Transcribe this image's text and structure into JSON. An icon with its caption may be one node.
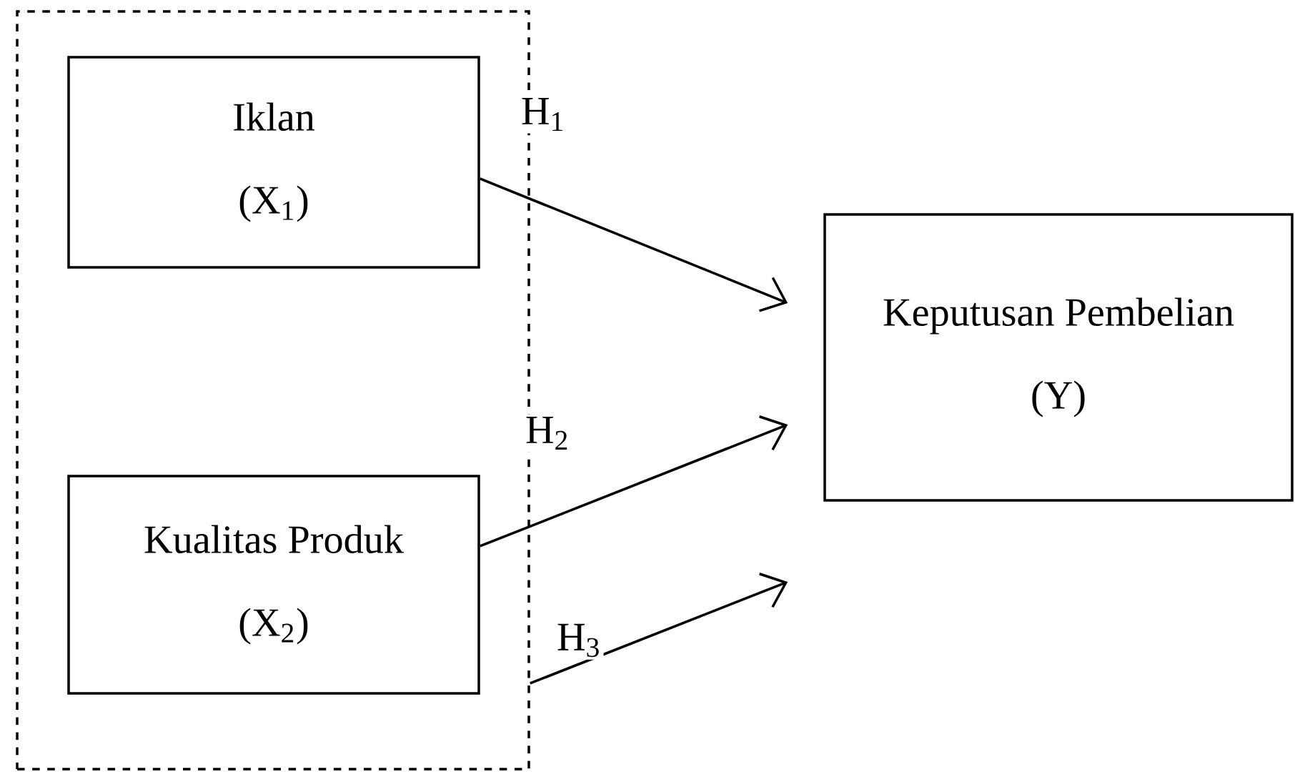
{
  "diagram": {
    "nodes": [
      {
        "text": [],
        "shape": "box"
      },
      {
        "text": [
          "Iklan",
          "(X$_{1}$)"
        ],
        "in": 0
      },
      {
        "text": [
          "Kualitas Produk",
          "(X$_{2}$)"
        ],
        "in": 0
      },
      {
        "text": [
          "Keputusan Pembelian",
          "(Y)"
        ]
      }
    ],
    "edges": [
      {
        "from": 1,
        "to": 3,
        "arrow": "to",
        "label": "H$_{1}$"
      },
      {
        "from": 2,
        "to": 3,
        "arrow": "to",
        "label": "H$_{2}$"
      },
      {
        "from": 0,
        "to": 3,
        "arrow": "to",
        "label": "H$_{3}$"
      }
    ]
  }
}
